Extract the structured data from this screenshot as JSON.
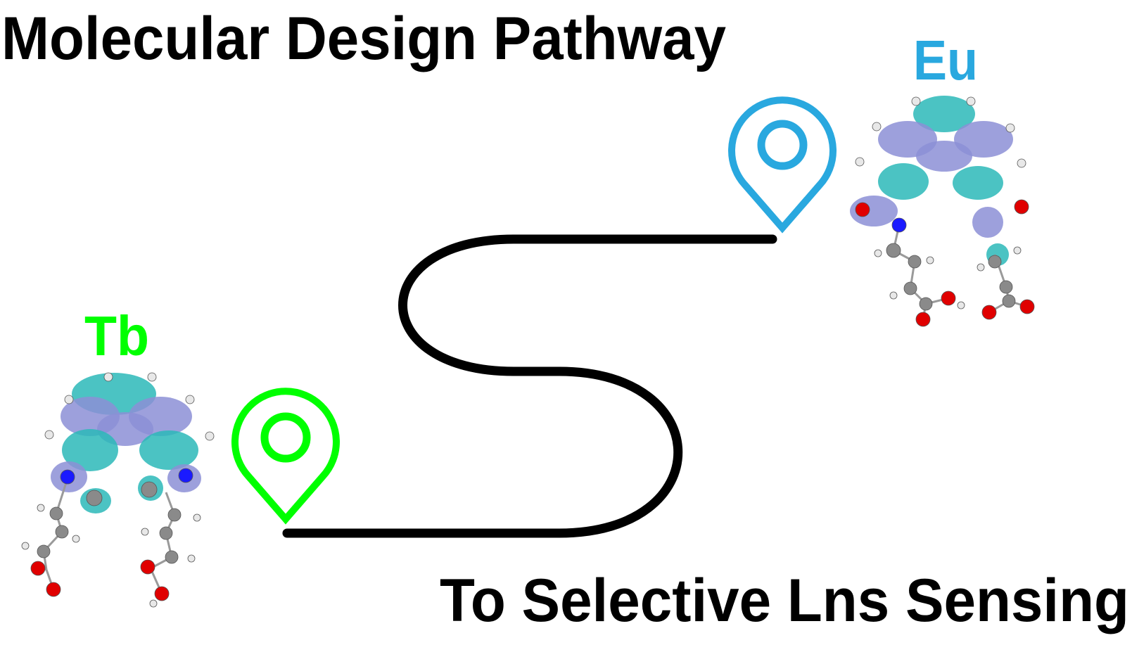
{
  "diagram": {
    "title": "Molecular Design Pathway",
    "subtitle": "To Selective Lns Sensing",
    "colors": {
      "path": "#000000",
      "tb_accent": "#00ff00",
      "eu_accent": "#29a8df",
      "orbital_teal": "#2bb8b8",
      "orbital_lavender": "#8c8fd6",
      "atom_carbon": "#8a8a8a",
      "atom_hydrogen": "#e8e8e8",
      "atom_oxygen": "#e00000",
      "atom_nitrogen": "#1a1aff"
    },
    "nodes": [
      {
        "id": "tb",
        "label": "Tb",
        "color": "#00ff00",
        "icon": "map-pin-icon"
      },
      {
        "id": "eu",
        "label": "Eu",
        "color": "#29a8df",
        "icon": "map-pin-icon"
      }
    ]
  }
}
